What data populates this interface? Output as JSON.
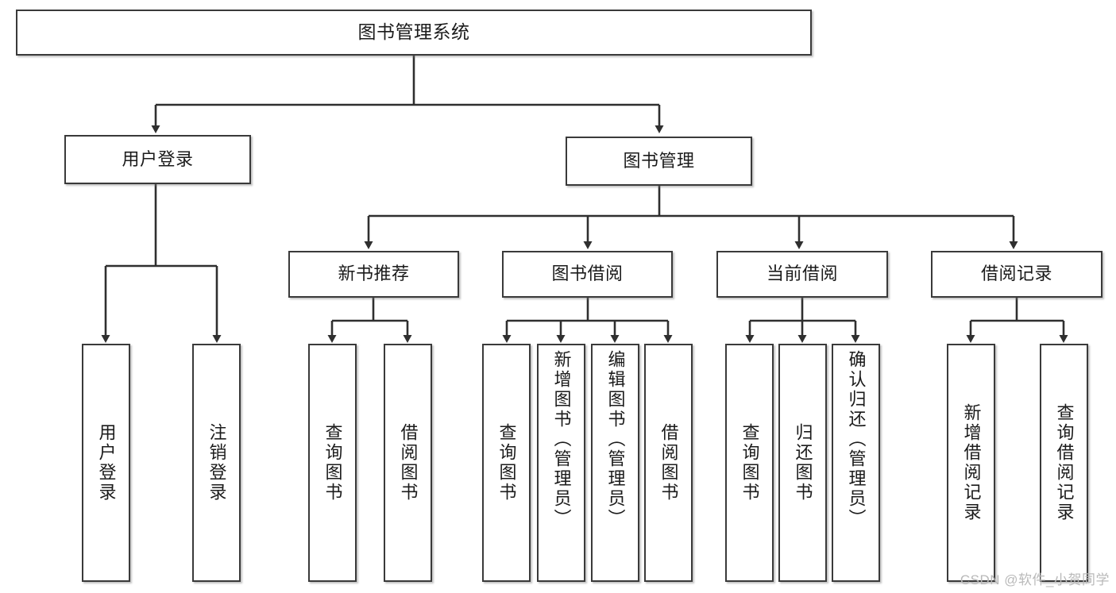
{
  "diagram": {
    "type": "tree",
    "title": "图书管理系统",
    "watermark": "CSDN @软件_小贺同学",
    "colors": {
      "box_border": "#3a3a3a",
      "box_fill": "#ffffff",
      "connector": "#2f2f2f",
      "text": "#1b1b1b",
      "watermark": "#b9b9b9"
    },
    "root": {
      "label": "图书管理系统"
    },
    "level2": [
      {
        "label": "用户登录"
      },
      {
        "label": "图书管理"
      }
    ],
    "level3": [
      {
        "label": "新书推荐"
      },
      {
        "label": "图书借阅"
      },
      {
        "label": "当前借阅"
      },
      {
        "label": "借阅记录"
      }
    ],
    "leaves": {
      "user_login": [
        {
          "label": "用户登录"
        },
        {
          "label": "注销登录"
        }
      ],
      "new_book": [
        {
          "label": "查询图书"
        },
        {
          "label": "借阅图书"
        }
      ],
      "book_borrow": [
        {
          "label": "查询图书"
        },
        {
          "label": "新增图书（管理员）"
        },
        {
          "label": "编辑图书（管理员）"
        },
        {
          "label": "借阅图书"
        }
      ],
      "current_borrow": [
        {
          "label": "查询图书"
        },
        {
          "label": "归还图书"
        },
        {
          "label": "确认归还（管理员）"
        }
      ],
      "borrow_record": [
        {
          "label": "新增借阅记录"
        },
        {
          "label": "查询借阅记录"
        }
      ]
    }
  }
}
